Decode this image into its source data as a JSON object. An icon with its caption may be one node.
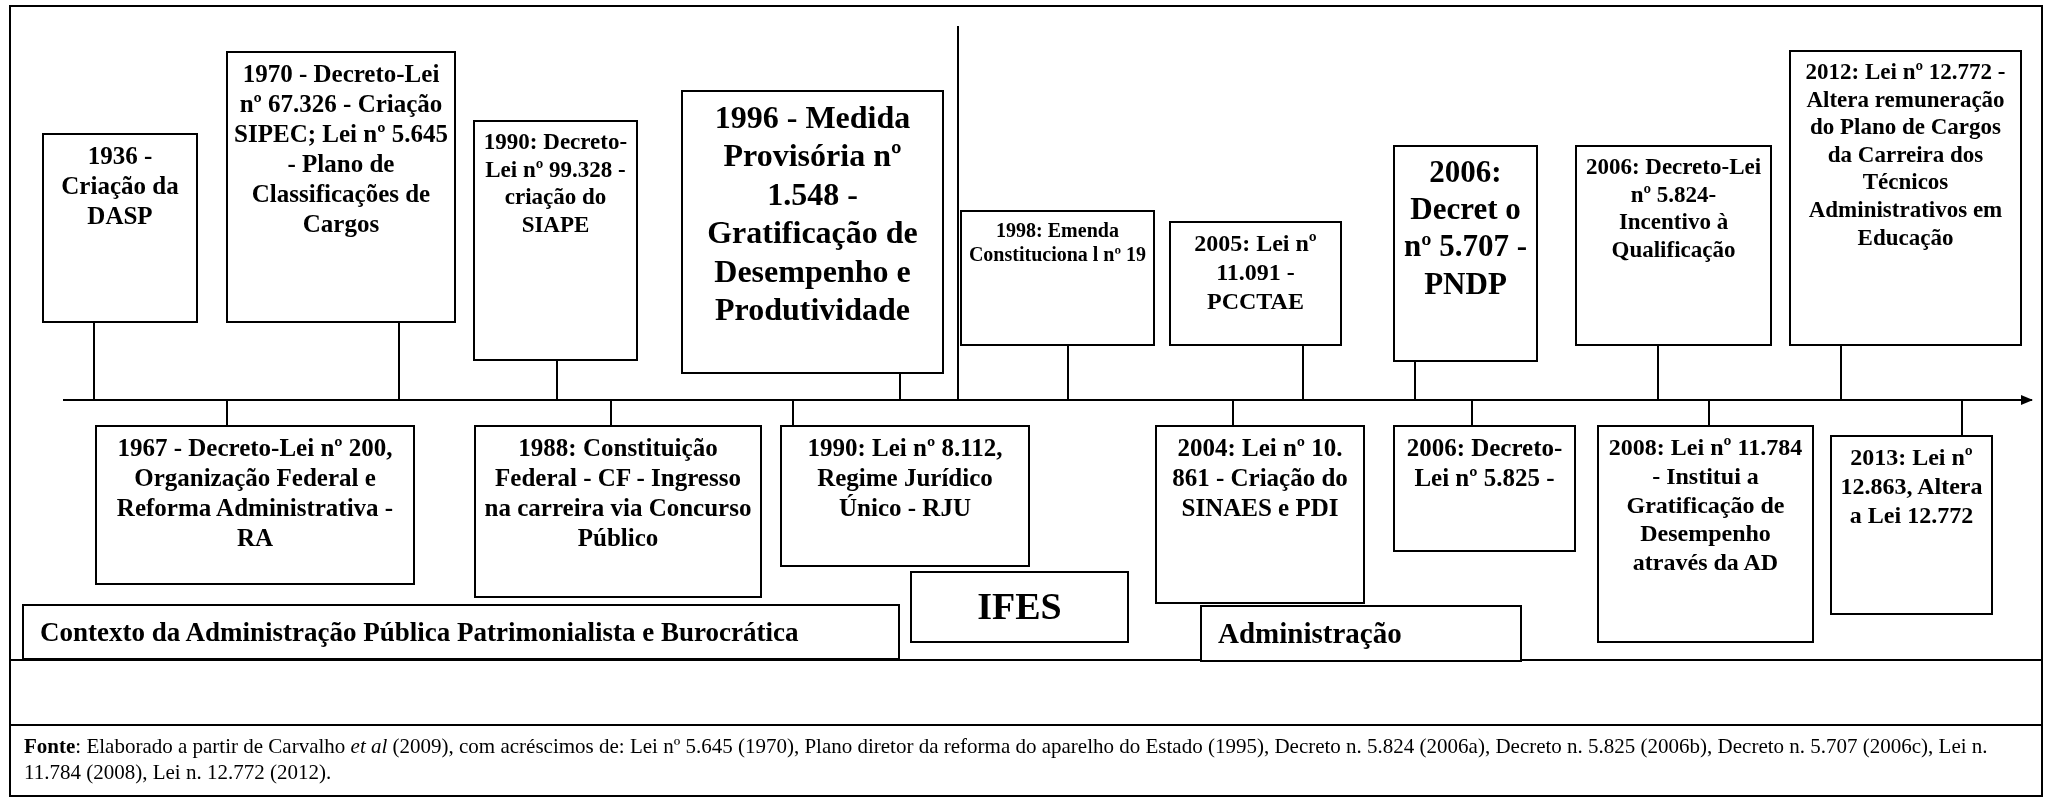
{
  "diagram": {
    "caption": "**Fonte**: Elaborado a partir de Carvalho *et al* (2009), com acréscimos de: Lei nº 5.645 (1970), Plano diretor da reforma do aparelho do Estado (1995), Decreto n. 5.824 (2006a), Decreto n. 5.825 (2006b), Decreto n. 5.707 (2006c), Lei n. 11.784 (2008), Lei n. 12.772 (2012).",
    "nodes": [
      {
        "text": [
          "1936 - Criação da DASP"
        ]
      },
      {
        "text": [
          "1970 - Decreto-Lei nº 67.326 - Criação SIPEC; Lei nº 5.645 - Plano de Classificações de Cargos"
        ]
      },
      {
        "text": [
          "1990: Decreto-Lei nº 99.328 - criação do SIAPE"
        ]
      },
      {
        "text": [
          "1996 - Medida Provisória nº 1.548 - Gratificação de Desempenho e Produtividade"
        ]
      },
      {
        "text": [
          "1998: Emenda Constituciona l nº 19"
        ]
      },
      {
        "text": [
          "2005: Lei nº 11.091 - PCCTAE"
        ]
      },
      {
        "text": [
          "2006: Decret o nº 5.707 - PNDP"
        ]
      },
      {
        "text": [
          "2006: Decreto-Lei nº 5.824- Incentivo à Qualificação"
        ]
      },
      {
        "text": [
          "2012: Lei nº 12.772 - Altera remuneração do Plano de Cargos da Carreira dos Técnicos Administrativos em Educação"
        ]
      },
      {
        "text": [
          "1967 - Decreto-Lei nº 200, Organização Federal e Reforma Administrativa - RA"
        ]
      },
      {
        "text": [
          "1988: Constituição Federal - CF - Ingresso na carreira via Concurso Público"
        ]
      },
      {
        "text": [
          "1990: Lei nº 8.112, Regime Jurídico Único - RJU"
        ]
      },
      {
        "text": [
          "2004: Lei nº 10. 861 - Criação do SINAES e PDI"
        ]
      },
      {
        "text": [
          "2006: Decreto-Lei nº 5.825 -"
        ]
      },
      {
        "text": [
          "2008: Lei nº 11.784 - Institui a Gratificação de Desempenho através da AD"
        ]
      },
      {
        "text": [
          "2013: Lei nº 12.863, Altera a Lei 12.772"
        ]
      },
      {
        "text": [
          "Contexto da Administração Pública Patrimonialista e Burocrática"
        ]
      },
      {
        "text": [
          "IFES"
        ]
      },
      {
        "text": [
          "Administração"
        ]
      }
    ],
    "edges": [
      {
        "from": 0,
        "to": null,
        "arrow": "none"
      },
      {
        "from": 1,
        "to": null,
        "arrow": "none"
      },
      {
        "from": 2,
        "to": null,
        "arrow": "none"
      },
      {
        "from": 3,
        "to": null,
        "arrow": "none"
      },
      {
        "from": 4,
        "to": null,
        "arrow": "none"
      },
      {
        "from": 5,
        "to": null,
        "arrow": "none"
      },
      {
        "from": 6,
        "to": null,
        "arrow": "none"
      },
      {
        "from": 7,
        "to": null,
        "arrow": "none"
      },
      {
        "from": 8,
        "to": null,
        "arrow": "none"
      },
      {
        "from": 9,
        "to": null,
        "arrow": "none"
      },
      {
        "from": 10,
        "to": null,
        "arrow": "none"
      },
      {
        "from": 11,
        "to": null,
        "arrow": "none"
      },
      {
        "from": 12,
        "to": null,
        "arrow": "none"
      },
      {
        "from": 13,
        "to": null,
        "arrow": "none"
      },
      {
        "from": 14,
        "to": null,
        "arrow": "none"
      },
      {
        "from": 15,
        "to": null,
        "arrow": "none"
      }
    ]
  }
}
